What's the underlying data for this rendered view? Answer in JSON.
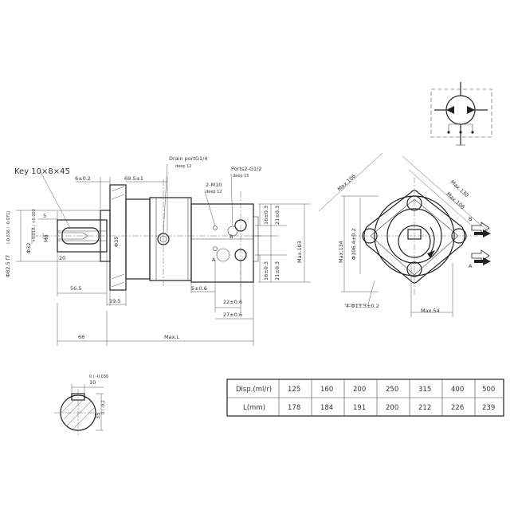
{
  "labels": {
    "key": "Key 10×8×45",
    "drain_port": "Drain portG1/4",
    "drain_depth": "deep 12",
    "ports": "Ports2-G1/2",
    "ports_depth": "deep 15",
    "m10": "2-M10",
    "m10_depth": "deep 12",
    "port_a": "A",
    "port_b": "B",
    "port_a_right": "A",
    "port_b_right": "B"
  },
  "dimensions": {
    "d_6": "6±0.2",
    "d_69_5": "69.5±1",
    "d_5": "5",
    "d_82_5": "Φ82.5 f7",
    "d_82_5_tol": "(-0.036 / -0.071)",
    "d_32": "Φ32",
    "d_32_tol": "+0.018 / +0.002",
    "d_m8": "M8",
    "d_20": "20",
    "d_35": "Φ35",
    "d_56_5": "56.5",
    "d_19_5": "19.5",
    "d_66": "66",
    "d_maxl": "Max.L",
    "d_5_06": "5±0.6",
    "d_22": "22±0.6",
    "d_27": "27±0.6",
    "d_16_top": "16±0.3",
    "d_21_top": "21±0.3",
    "d_16_bot": "16±0.3",
    "d_21_bot": "21±0.3",
    "d_max103": "Max.103",
    "d_max106_a": "Max.106",
    "d_max130": "Max.130",
    "d_max106_b": "Max.106",
    "d_max134": "Max.134",
    "d_106_4": "Φ106.4±0.2",
    "d_holes": "4-Φ13.5±0.2",
    "d_max54": "Max.54",
    "d_key_w": "10",
    "d_key_w_tol": "0 / -0.036",
    "d_key_h": "35",
    "d_key_h_tol": "0 / -0.2"
  },
  "table": {
    "header": "Disp.(ml/r)",
    "row_label": "L(mm)",
    "disp": [
      "125",
      "160",
      "200",
      "250",
      "315",
      "400",
      "500"
    ],
    "length": [
      "178",
      "184",
      "191",
      "200",
      "212",
      "226",
      "239"
    ]
  }
}
